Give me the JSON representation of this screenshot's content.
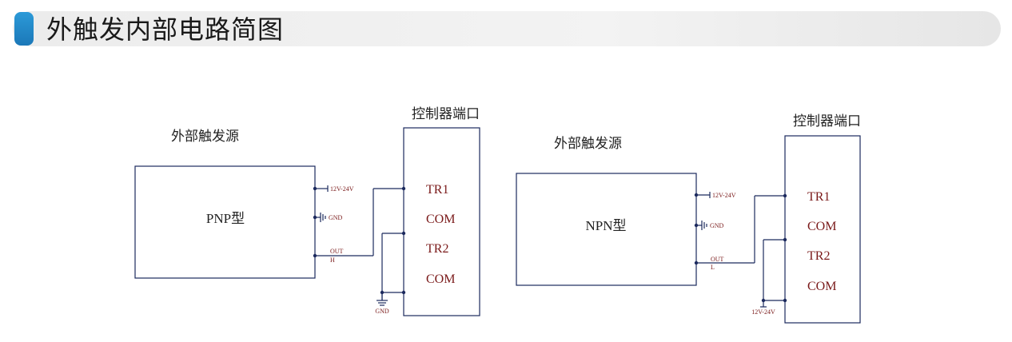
{
  "header": {
    "title": "外触发内部电路简图"
  },
  "pnp": {
    "source_title": "外部触发源",
    "device_label": "PNP型",
    "controller_title": "控制器端口",
    "supply_label": "12V-24V",
    "gnd_label": "GND",
    "out_label": "OUT",
    "out_state": "H",
    "bottom_label": "GND",
    "ports": [
      "TR1",
      "COM",
      "TR2",
      "COM"
    ]
  },
  "npn": {
    "source_title": "外部触发源",
    "device_label": "NPN型",
    "controller_title": "控制器端口",
    "supply_label": "12V-24V",
    "gnd_label": "GND",
    "out_label": "OUT",
    "out_state": "L",
    "bottom_label": "12V-24V",
    "ports": [
      "TR1",
      "COM",
      "TR2",
      "COM"
    ]
  },
  "colors": {
    "wire": "#1c2a5e",
    "port_text": "#7a1a1a",
    "label_text": "#222222",
    "accent": "#2188c9"
  }
}
